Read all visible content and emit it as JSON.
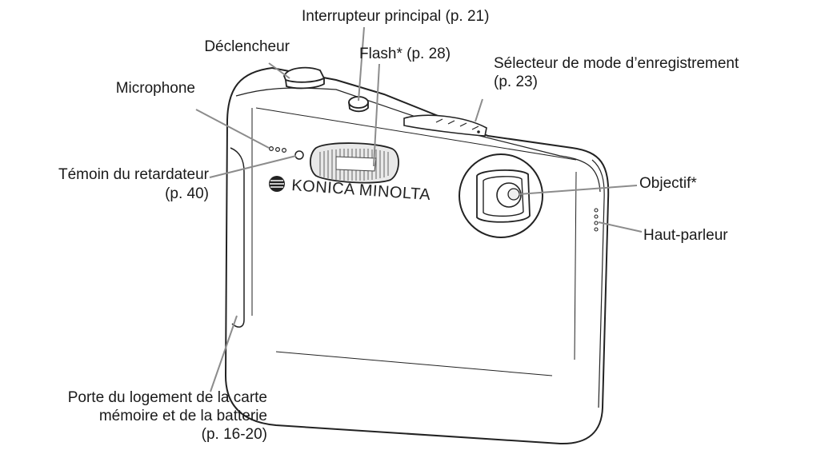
{
  "labels": {
    "declencheur": "Déclencheur",
    "interrupteur": "Interrupteur principal (p. 21)",
    "flash": "Flash* (p. 28)",
    "selecteur_line1": "Sélecteur de mode d’enregistrement",
    "selecteur_line2": "(p. 23)",
    "microphone": "Microphone",
    "temoin_line1": "Témoin du retardateur",
    "temoin_line2": "(p. 40)",
    "objectif": "Objectif*",
    "haut_parleur": "Haut-parleur",
    "porte_line1": "Porte du logement de la carte",
    "porte_line2": "mémoire et de la batterie",
    "porte_line3": "(p. 16-20)"
  },
  "brand": "KONICA MINOLTA",
  "colors": {
    "outline": "#222222",
    "leader": "#8c8c8c",
    "text": "#1a1a1a"
  }
}
